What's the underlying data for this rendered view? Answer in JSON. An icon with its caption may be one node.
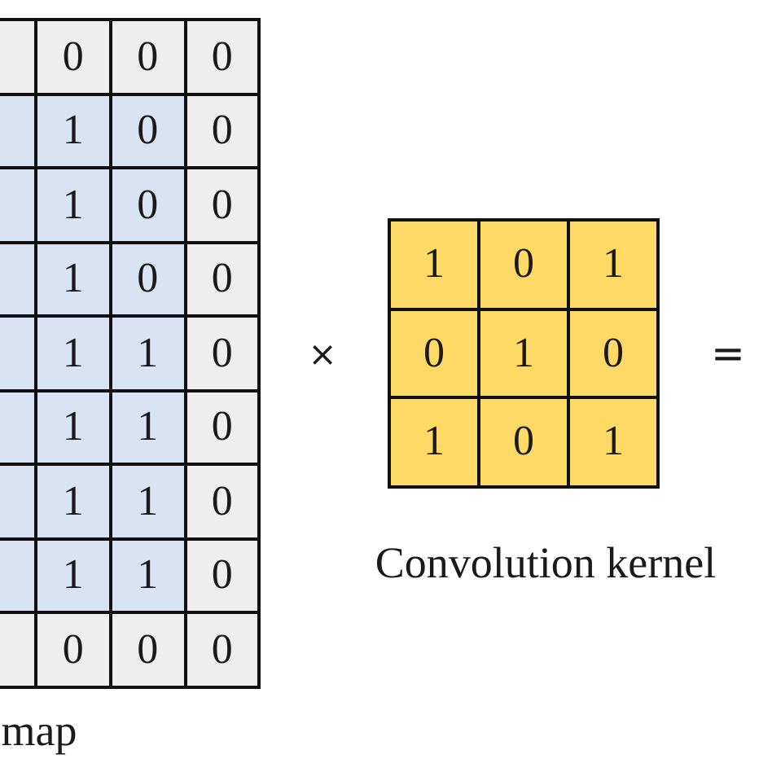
{
  "diagram": {
    "labels": [
      "0",
      "0",
      "0",
      "1",
      "0",
      "0",
      "1",
      "0",
      "0",
      "1",
      "0",
      "0",
      "1",
      "1",
      "0",
      "1",
      "1",
      "0",
      "1",
      "1",
      "0",
      "1",
      "1",
      "0",
      "0",
      "0",
      "0",
      "map",
      "×",
      "1",
      "0",
      "1",
      "0",
      "1",
      "0",
      "1",
      "0",
      "1",
      "Convolution kernel",
      "="
    ]
  }
}
